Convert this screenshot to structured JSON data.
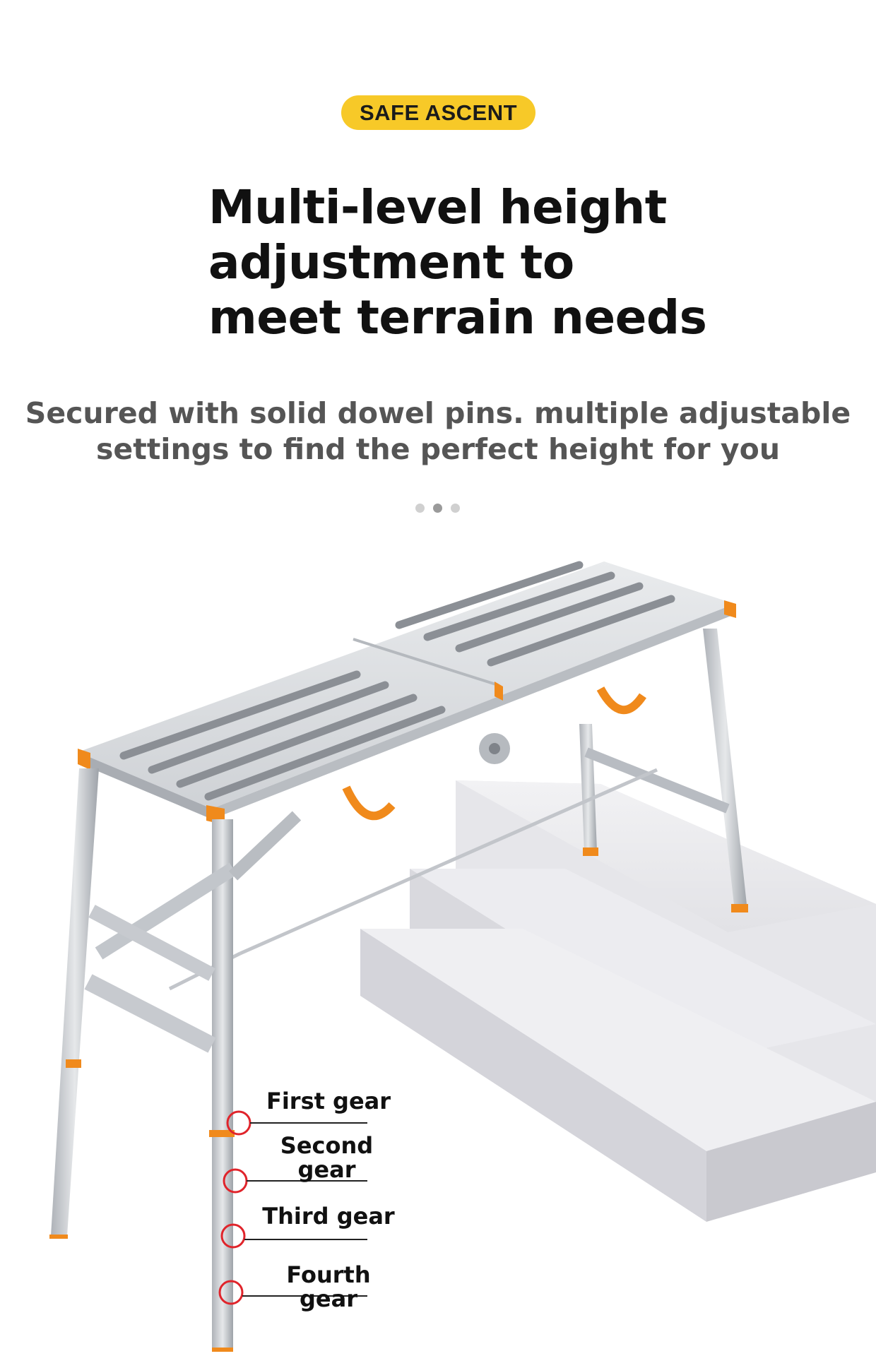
{
  "badge": {
    "label": "SAFE ASCENT"
  },
  "headline": {
    "line1": "Multi-level height",
    "line2": "adjustment to",
    "line3": "meet terrain needs"
  },
  "subtitle": {
    "line1": "Secured with solid dowel pins. multiple adjustable",
    "line2": "settings to find the perfect height for you"
  },
  "carousel": {
    "active_index": 1,
    "total": 3
  },
  "gears": [
    {
      "label": "First gear"
    },
    {
      "label_line1": "Second",
      "label_line2": "gear"
    },
    {
      "label": "Third gear"
    },
    {
      "label": "Fourth gear"
    }
  ],
  "colors": {
    "badge": "#f7c928",
    "corner_caps": "#f08a1c",
    "gear_marker": "#e0242b",
    "aluminum": "#c9ccd1"
  }
}
